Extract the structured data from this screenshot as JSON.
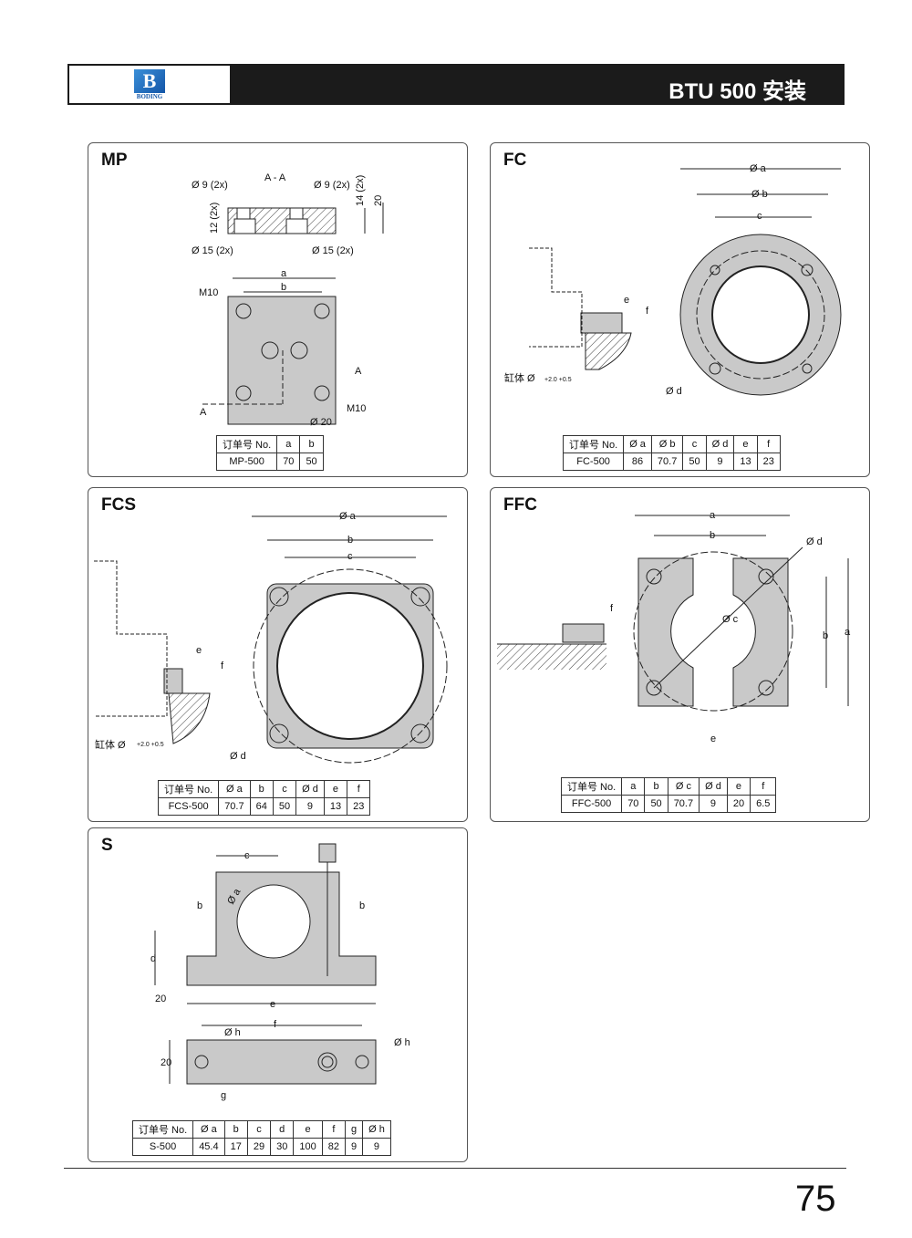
{
  "header": {
    "title": "BTU 500 安装",
    "logo_text": "BODING",
    "logo_mark": "B"
  },
  "page_number": "75",
  "panels": {
    "mp": {
      "title": "MP",
      "labels": {
        "section": "A - A",
        "d9a": "Ø 9 (2x)",
        "d9b": "Ø 9 (2x)",
        "h12": "12 (2x)",
        "h14": "14 (2x)",
        "h20": "20",
        "d15a": "Ø 15 (2x)",
        "d15b": "Ø 15 (2x)",
        "a": "a",
        "b": "b",
        "m10a": "M10",
        "m10b": "M10",
        "A1": "A",
        "A2": "A",
        "d20": "Ø 20"
      },
      "table": {
        "headers": [
          "订单号 No.",
          "a",
          "b"
        ],
        "row": [
          "MP-500",
          "70",
          "50"
        ]
      }
    },
    "fc": {
      "title": "FC",
      "labels": {
        "a": "Ø a",
        "b": "Ø b",
        "c": "c",
        "e": "e",
        "f": "f",
        "d": "Ø d",
        "cyl": "缸体 Ø",
        "tol": "+2.0 +0.5"
      },
      "table": {
        "headers": [
          "订单号 No.",
          "Ø a",
          "Ø b",
          "c",
          "Ø d",
          "e",
          "f"
        ],
        "row": [
          "FC-500",
          "86",
          "70.7",
          "50",
          "9",
          "13",
          "23"
        ]
      }
    },
    "fcs": {
      "title": "FCS",
      "labels": {
        "a": "Ø a",
        "b": "b",
        "c": "c",
        "e": "e",
        "f": "f",
        "d": "Ø d",
        "cyl": "缸体 Ø",
        "tol": "+2.0 +0.5"
      },
      "table": {
        "headers": [
          "订单号 No.",
          "Ø a",
          "b",
          "c",
          "Ø d",
          "e",
          "f"
        ],
        "row": [
          "FCS-500",
          "70.7",
          "64",
          "50",
          "9",
          "13",
          "23"
        ]
      }
    },
    "ffc": {
      "title": "FFC",
      "labels": {
        "a": "a",
        "b": "b",
        "d": "Ø d",
        "c": "Ø c",
        "bv": "b",
        "av": "a",
        "f": "f",
        "e": "e"
      },
      "table": {
        "headers": [
          "订单号 No.",
          "a",
          "b",
          "Ø c",
          "Ø d",
          "e",
          "f"
        ],
        "row": [
          "FFC-500",
          "70",
          "50",
          "70.7",
          "9",
          "20",
          "6.5"
        ]
      }
    },
    "s": {
      "title": "S",
      "labels": {
        "c": "c",
        "a": "Ø a",
        "b1": "b",
        "b2": "b",
        "d": "d",
        "h20a": "20",
        "e": "e",
        "f": "f",
        "h1": "Ø h",
        "h2": "Ø h",
        "h20b": "20",
        "g": "g"
      },
      "table": {
        "headers": [
          "订单号 No.",
          "Ø a",
          "b",
          "c",
          "d",
          "e",
          "f",
          "g",
          "Ø h"
        ],
        "row": [
          "S-500",
          "45.4",
          "17",
          "29",
          "30",
          "100",
          "82",
          "9",
          "9"
        ]
      }
    }
  }
}
